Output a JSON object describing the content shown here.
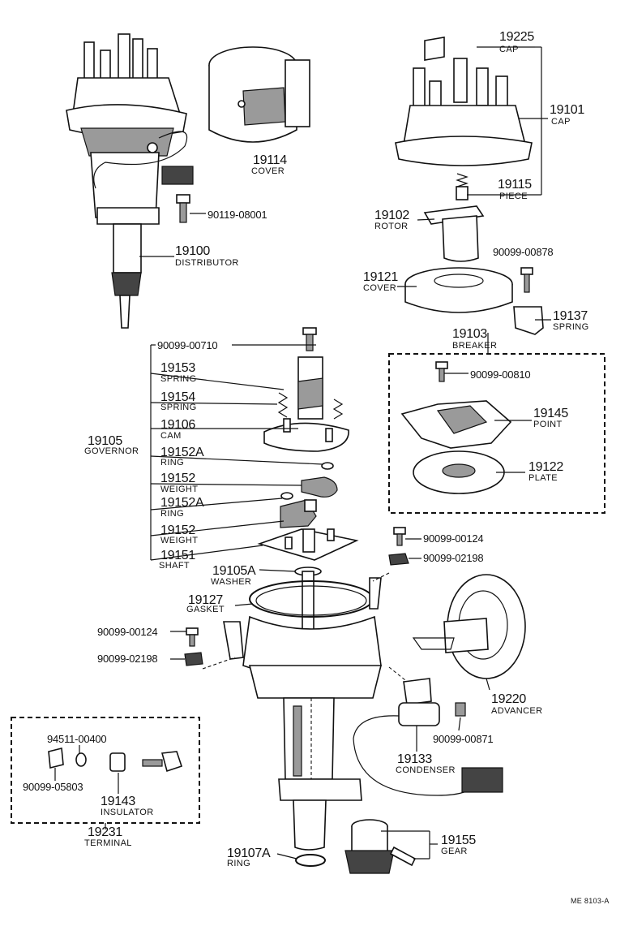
{
  "labels": {
    "cap_top_num": "19225",
    "cap_top_name": "CAP",
    "cap_num": "19101",
    "cap_name": "CAP",
    "cover_top_num": "19114",
    "cover_top_name": "COVER",
    "piece_num": "19115",
    "piece_name": "PIECE",
    "rotor_num": "19102",
    "rotor_name": "ROTOR",
    "bolt_90119": "90119-08001",
    "distributor_num": "19100",
    "distributor_name": "DISTRIBUTOR",
    "screw_00878": "90099-00878",
    "cover_num": "19121",
    "cover_name": "COVER",
    "spring_breaker_num": "19137",
    "spring_breaker_name": "SPRING",
    "breaker_num": "19103",
    "breaker_name": "BREAKER",
    "screw_00710": "90099-00710",
    "screw_00810": "90099-00810",
    "spring153_num": "19153",
    "spring153_name": "SPRING",
    "spring154_num": "19154",
    "spring154_name": "SPRING",
    "point_num": "19145",
    "point_name": "POINT",
    "governor_num": "19105",
    "governor_name": "GOVERNOR",
    "cam_num": "19106",
    "cam_name": "CAM",
    "ring152a1_num": "19152A",
    "ring152a1_name": "RING",
    "plate_num": "19122",
    "plate_name": "PLATE",
    "weight1_num": "19152",
    "weight1_name": "WEIGHT",
    "ring152a2_num": "19152A",
    "ring152a2_name": "RING",
    "weight2_num": "19152",
    "weight2_name": "WEIGHT",
    "screw_00124_r": "90099-00124",
    "shaft_num": "19151",
    "shaft_name": "SHAFT",
    "clip_02198_r": "90099-02198",
    "washer_num": "19105A",
    "washer_name": "WASHER",
    "gasket_num": "19127",
    "gasket_name": "GASKET",
    "screw_00124_l": "90099-00124",
    "clip_02198_l": "90099-02198",
    "advancer_num": "19220",
    "advancer_name": "ADVANCER",
    "nut_00400": "94511-00400",
    "screw_00871": "90099-00871",
    "condenser_num": "19133",
    "condenser_name": "CONDENSER",
    "nut_05803": "90099-05803",
    "insulator_num": "19143",
    "insulator_name": "INSULATOR",
    "terminal_num": "19231",
    "terminal_name": "TERMINAL",
    "gear_num": "19155",
    "gear_name": "GEAR",
    "ring107a_num": "19107A",
    "ring107a_name": "RING",
    "code": "ME 8103-A"
  }
}
